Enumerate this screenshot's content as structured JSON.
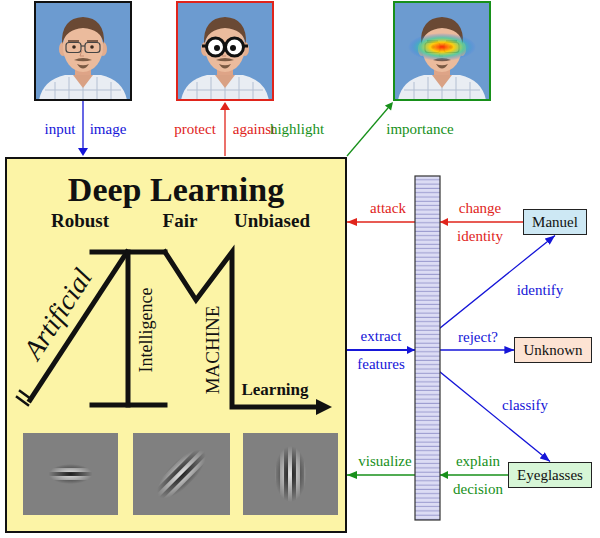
{
  "diagram": {
    "nodes": [
      {
        "text": [
          "Deep Learning",
          "Robust",
          "Fair",
          "Unbiased",
          "Artificial",
          "Intelligence",
          "MACHINE",
          "Learning"
        ]
      },
      {
        "text": [
          "Manuel"
        ]
      },
      {
        "text": [
          "Unknown"
        ]
      },
      {
        "text": [
          "Eyeglasses"
        ]
      }
    ],
    "edges": [
      {
        "from": 0,
        "to": 1,
        "label": "identify",
        "arrow": "to"
      },
      {
        "from": 0,
        "to": 2,
        "label": "reject?",
        "arrow": "to"
      },
      {
        "from": 0,
        "to": 3,
        "label": "classify",
        "arrow": "to"
      },
      {
        "from": 1,
        "to": 0,
        "label": "change identity",
        "arrow": "to"
      },
      {
        "from": 3,
        "to": 0,
        "label": "explain decision",
        "arrow": "to"
      }
    ],
    "labels": [
      "input",
      "image",
      "protect",
      "against",
      "highlight",
      "importance",
      "attack",
      "extract features",
      "visualize"
    ]
  }
}
